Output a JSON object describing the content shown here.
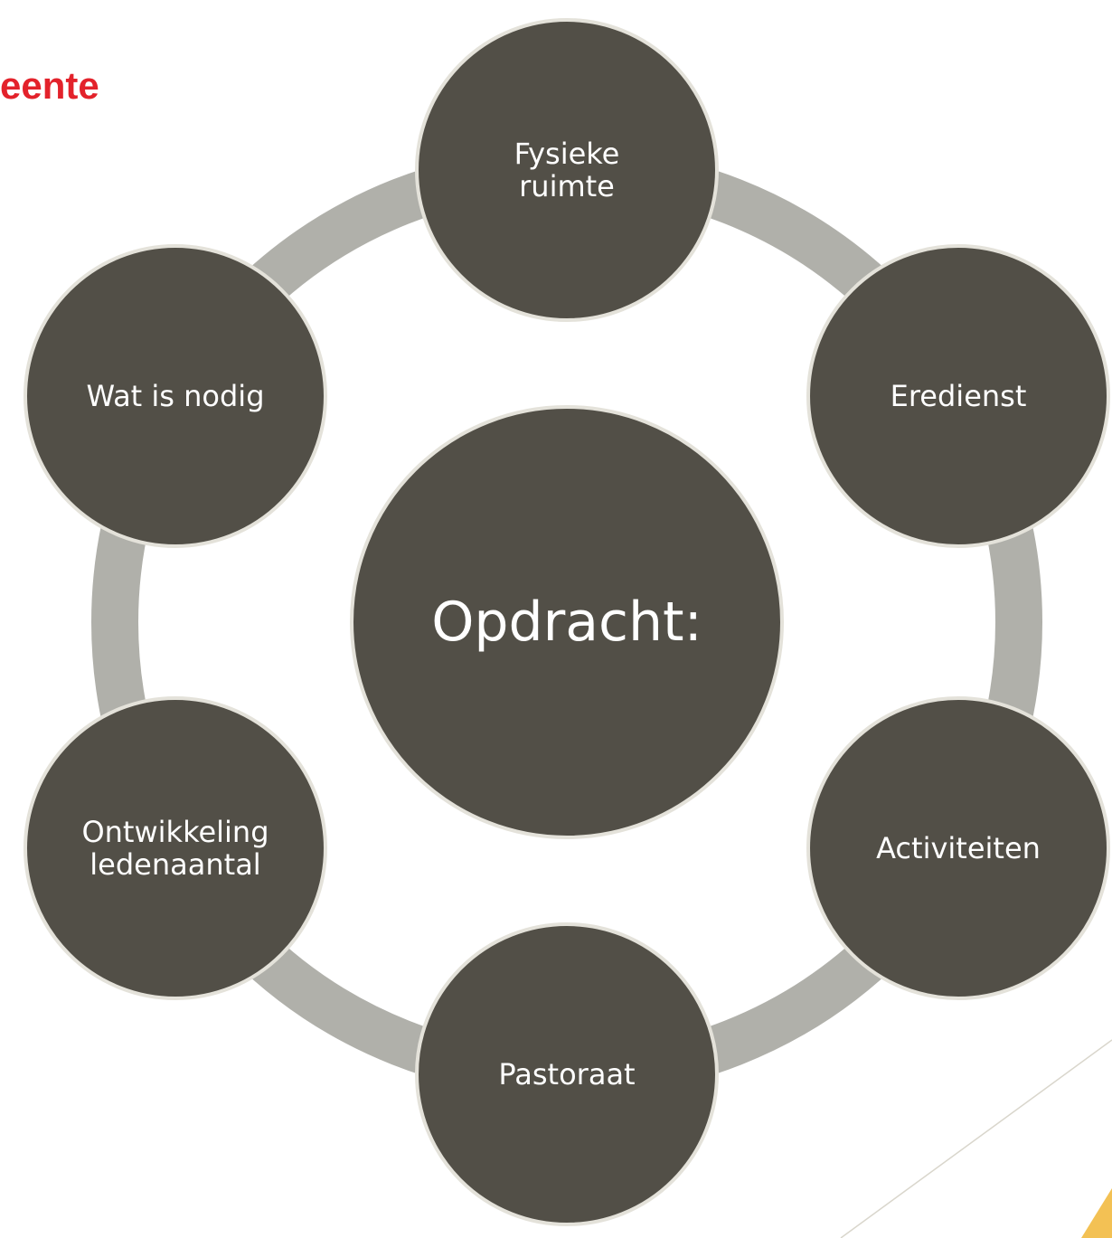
{
  "logo": {
    "text": "eente",
    "color": "#e3222b"
  },
  "center": {
    "label": "Opdracht:"
  },
  "nodes": [
    {
      "id": "fysieke-ruimte",
      "lines": [
        "Fysieke",
        "ruimte"
      ]
    },
    {
      "id": "eredienst",
      "lines": [
        "Eredienst"
      ]
    },
    {
      "id": "activiteiten",
      "lines": [
        "Activiteiten"
      ]
    },
    {
      "id": "pastoraat",
      "lines": [
        "Pastoraat"
      ]
    },
    {
      "id": "ontwikkeling-ledenaantal",
      "lines": [
        "Ontwikkeling",
        "ledenaantal"
      ]
    },
    {
      "id": "wat-is-nodig",
      "lines": [
        "Wat is nodig"
      ]
    }
  ],
  "colors": {
    "node_fill": "#524f47",
    "node_stroke": "#e4e2da",
    "ring": "#b0b0aa",
    "accent_line": "#d9d6cc",
    "accent_triangle": "#f3c154"
  }
}
